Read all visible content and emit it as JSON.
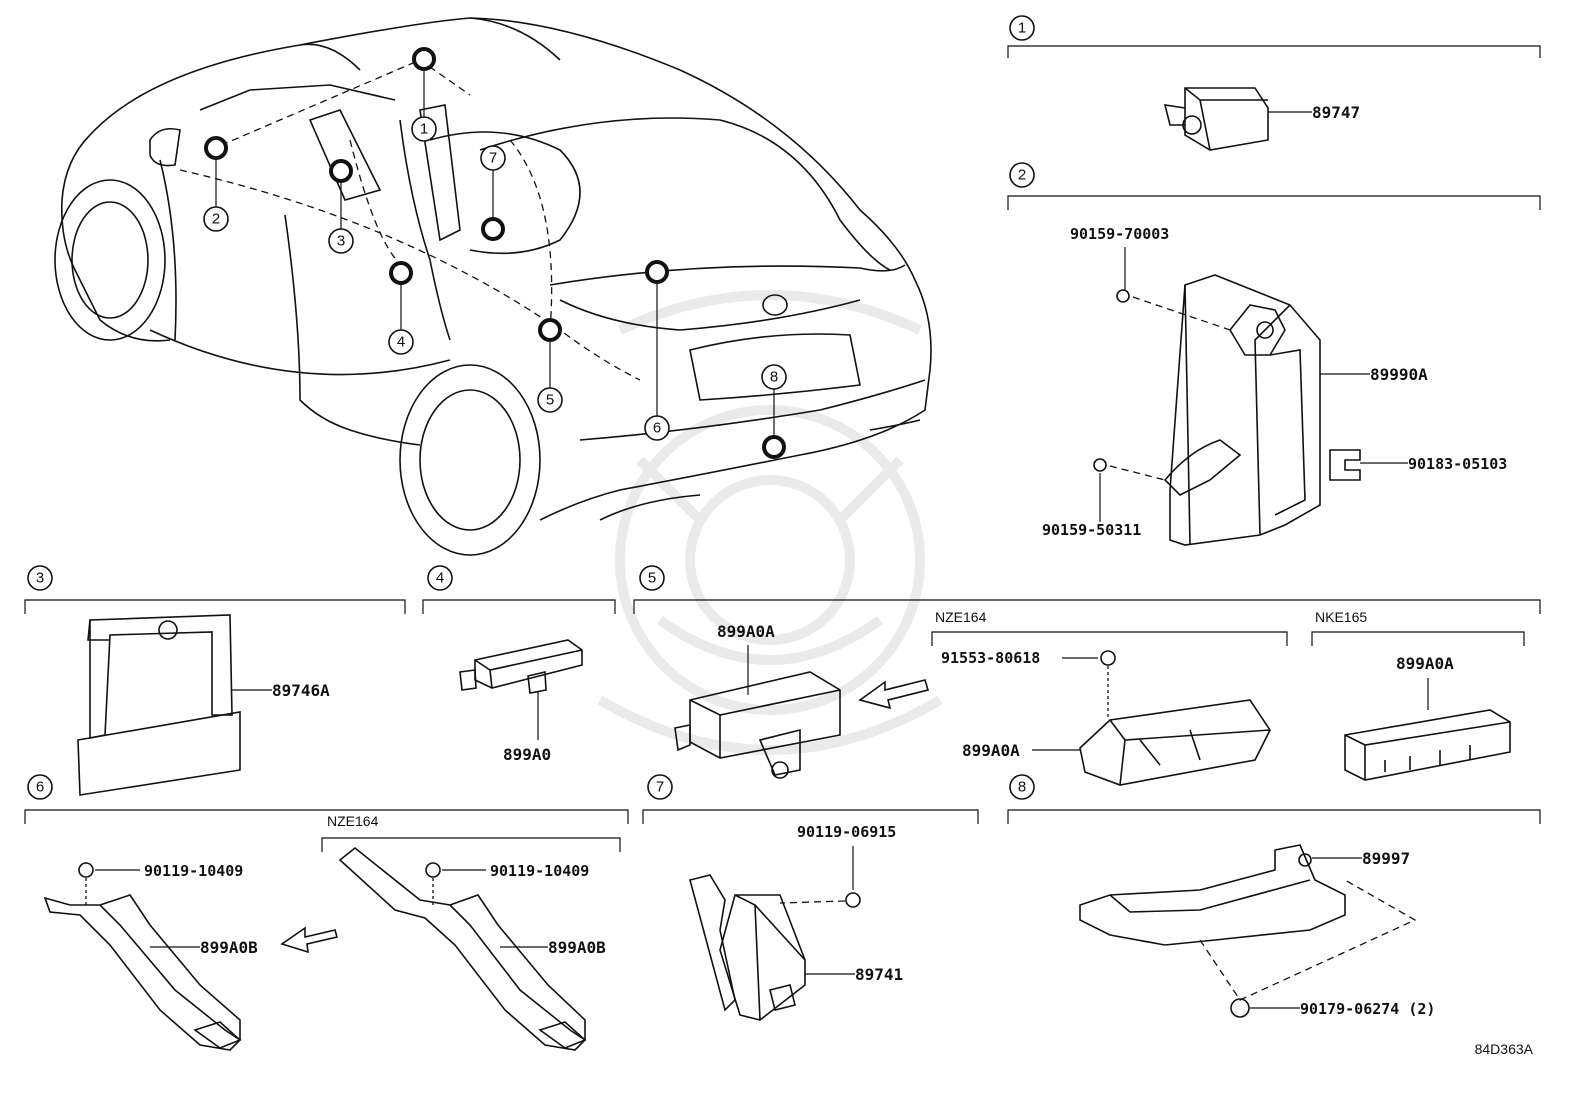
{
  "watermark": "faint logo watermark",
  "reference_code": "84D363A",
  "car_markers": [
    "1",
    "2",
    "3",
    "4",
    "5",
    "6",
    "7",
    "8"
  ],
  "sections": [
    {
      "num": "1",
      "parts": [
        {
          "label": "89747"
        }
      ]
    },
    {
      "num": "2",
      "parts": [
        {
          "label": "90159-70003"
        },
        {
          "label": "89990A"
        },
        {
          "label": "90183-05103"
        },
        {
          "label": "90159-50311"
        }
      ]
    },
    {
      "num": "3",
      "parts": [
        {
          "label": "89746A"
        }
      ]
    },
    {
      "num": "4",
      "parts": [
        {
          "label": "899A0"
        }
      ]
    },
    {
      "num": "5",
      "parts": [
        {
          "label": "899A0A"
        }
      ],
      "variants": [
        {
          "name": "NZE164",
          "parts": [
            {
              "label": "91553-80618"
            },
            {
              "label": "899A0A"
            }
          ]
        },
        {
          "name": "NKE165",
          "parts": [
            {
              "label": "899A0A"
            }
          ]
        }
      ]
    },
    {
      "num": "6",
      "parts": [
        {
          "label": "90119-10409"
        },
        {
          "label": "899A0B"
        }
      ],
      "variants": [
        {
          "name": "NZE164",
          "parts": [
            {
              "label": "90119-10409"
            },
            {
              "label": "899A0B"
            }
          ]
        }
      ]
    },
    {
      "num": "7",
      "parts": [
        {
          "label": "90119-06915"
        },
        {
          "label": "89741"
        }
      ]
    },
    {
      "num": "8",
      "parts": [
        {
          "label": "89997"
        },
        {
          "label": "90179-06274 (2)"
        }
      ]
    }
  ]
}
